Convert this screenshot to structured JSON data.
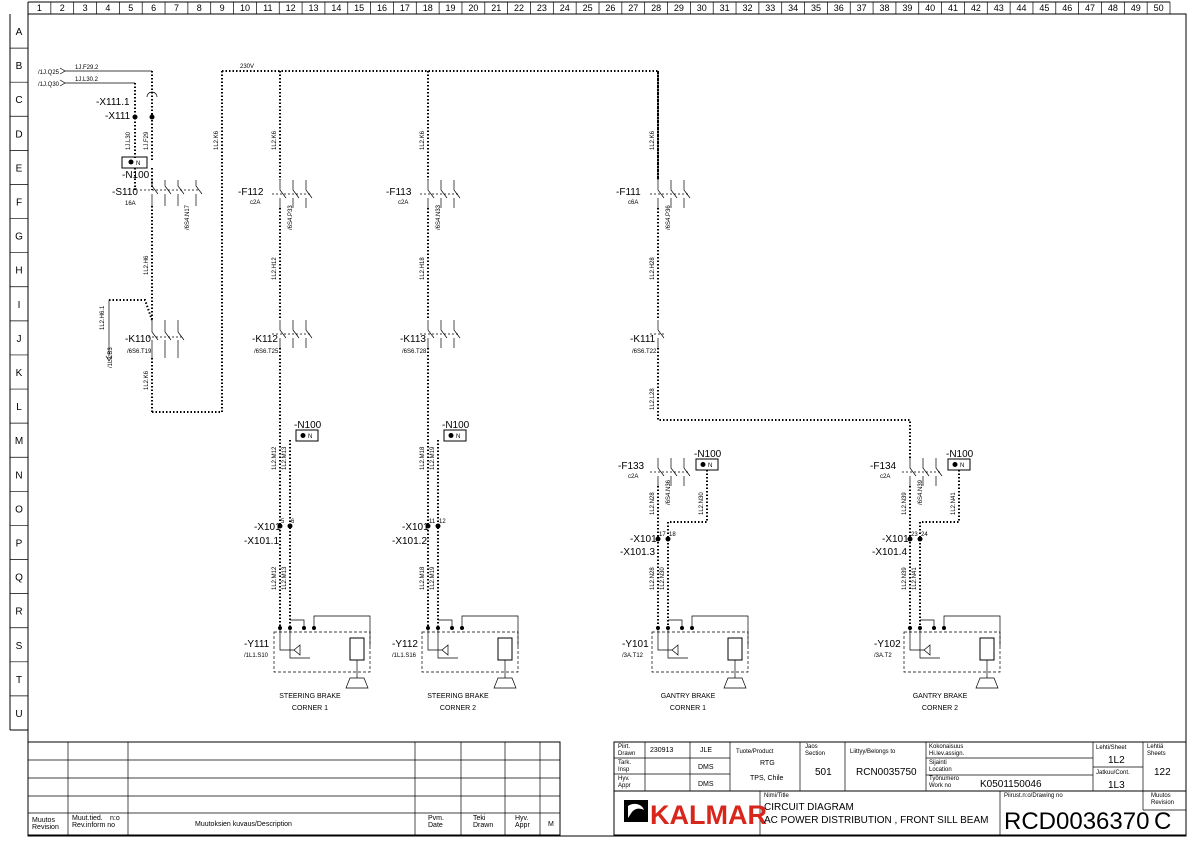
{
  "grid": {
    "columns": [
      "1",
      "2",
      "3",
      "4",
      "5",
      "6",
      "7",
      "8",
      "9",
      "10",
      "11",
      "12",
      "13",
      "14",
      "15",
      "16",
      "17",
      "18",
      "19",
      "20",
      "21",
      "22",
      "23",
      "24",
      "25",
      "26",
      "27",
      "28",
      "29",
      "30",
      "31",
      "32",
      "33",
      "34",
      "35",
      "36",
      "37",
      "38",
      "39",
      "40",
      "41",
      "42",
      "43",
      "44",
      "45",
      "46",
      "47",
      "48",
      "49",
      "50"
    ],
    "rows": [
      "A",
      "B",
      "C",
      "D",
      "E",
      "F",
      "G",
      "H",
      "I",
      "J",
      "K",
      "L",
      "M",
      "N",
      "O",
      "P",
      "Q",
      "R",
      "S",
      "T",
      "U"
    ]
  },
  "diagram": {
    "supply": {
      "voltage": "230V",
      "ref1": "/1J.Q25",
      "ref1_wire": "1J.F29.2",
      "ref2": "/1J.Q30",
      "ref2_wire": "1J.L30.2"
    },
    "left": {
      "x111_1": "-X111.1",
      "x111": "-X111",
      "w_l30": "1J.L30",
      "w_f29": "1J.F29",
      "w_k6a": "1L2.K6",
      "n100": "-N100",
      "n": "N",
      "s110": "-S110",
      "s110_rating": "16A",
      "s110_ref": "/6S4.N17",
      "w_h6": "1L2.H6",
      "w_h61": "1L2.H6.1",
      "w_b3": "/1L3.B3",
      "k110": "-K110",
      "k110_ref": "/6S6.T19",
      "w_k6b": "1L2.K6"
    },
    "branches": [
      {
        "wire_top": "1L2.K6",
        "breaker": "-F112",
        "rating": "c2A",
        "breaker_ref": "/6S4.P33",
        "wire_mid": "1L2.H12",
        "relay": "-K112",
        "relay_ref": "/6S6.T25",
        "n100": "-N100",
        "w_m12": "1L2.M12",
        "w_m13": "1L2.M13",
        "x101": "-X101",
        "x101b": "-X101.1",
        "t1": "5",
        "t2": "6",
        "valve": "-Y111",
        "valve_ref": "/1L1.S10",
        "caption1": "STEERING BRAKE",
        "caption2": "CORNER 1"
      },
      {
        "wire_top": "1L2.K6",
        "breaker": "-F113",
        "rating": "c2A",
        "breaker_ref": "/6S4.N33",
        "wire_mid": "1L2.H18",
        "relay": "-K113",
        "relay_ref": "/6S6.T28",
        "n100": "-N100",
        "w_m12": "1L2.M18",
        "w_m13": "1L2.M19",
        "x101": "-X101",
        "x101b": "-X101.2",
        "t1": "11",
        "t2": "12",
        "valve": "-Y112",
        "valve_ref": "/1L1.S16",
        "caption1": "STEERING BRAKE",
        "caption2": "CORNER 2"
      },
      {
        "wire_top": "1L2.K6",
        "breaker": "-F111",
        "rating": "c6A",
        "breaker_ref": "/6S4.P36",
        "wire_mid": "1L2.H28",
        "relay": "-K111",
        "relay_ref": "/6S6.T22",
        "wire_low": "1L2.L28",
        "sub": "-F133",
        "sub_rating": "c2A",
        "sub_ref": "/6S4.N36",
        "n100": "-N100",
        "w_m12": "1L2.N28",
        "w_m13": "1L2.N30",
        "x101": "-X101",
        "x101b": "-X101.3",
        "t1": "17",
        "t2": "18",
        "valve": "-Y101",
        "valve_ref": "/3A.T12",
        "caption1": "GANTRY BRAKE",
        "caption2": "CORNER 1"
      },
      {
        "sub": "-F134",
        "sub_rating": "c2A",
        "sub_ref": "/6S4.N39",
        "n100": "-N100",
        "w_m12": "1L2.N39",
        "w_m13": "1L2.N41",
        "x101": "-X101",
        "x101b": "-X101.4",
        "t1": "23",
        "t2": "24",
        "valve": "-Y102",
        "valve_ref": "/3A.T2",
        "caption1": "GANTRY BRAKE",
        "caption2": "CORNER 2"
      }
    ]
  },
  "revision_block": {
    "h_revision": "Muutos\nRevision",
    "h_revinform": "Muut.tied.\nRev.inform no",
    "h_no": "n:o",
    "h_description": "Muutoksien kuvaus/Description",
    "h_date": "Pvm.\nDate",
    "h_drawn": "Teki\nDrawn",
    "h_appr": "Hyv.\nAppr",
    "h_m": "M"
  },
  "title_block": {
    "l_drawn": "Piirt.\nDrawn",
    "drawn_date": "230913",
    "drawn_by": "JLE",
    "l_insp": "Tark.\nInsp",
    "insp_by": "DMS",
    "l_appr": "Hyv.\nAppr",
    "appr_by": "DMS",
    "l_product": "Tuote/Product",
    "product1": "RTG",
    "product2": "TPS, Chile",
    "l_section": "Jaos\nSection",
    "section": "501",
    "l_belongs": "Liittyy/Belongs to",
    "belongs": "RCN0035750",
    "l_assign": "Kokonaisuus\nHi.lev.assign.",
    "l_location": "Sijainti\nLocation",
    "l_workno": "Työnumero\nWork no",
    "workno": "K0501150046",
    "l_sheet": "Lehti/Sheet",
    "sheet": "1L2",
    "l_cont": "Jatkuu/Cont.",
    "cont": "1L3",
    "l_sheets": "Lehtiä\nSheets",
    "sheets": "122",
    "logo": "KALMAR",
    "l_title": "Nimi/Title",
    "title1": "CIRCUIT DIAGRAM",
    "title2": "AC POWER DISTRIBUTION , FRONT SILL BEAM",
    "l_drawingno": "Piirust.n:o/Drawing no",
    "drawingno": "RCD0036370",
    "rev": "C",
    "l_rev": "Muutos\nRevision"
  }
}
